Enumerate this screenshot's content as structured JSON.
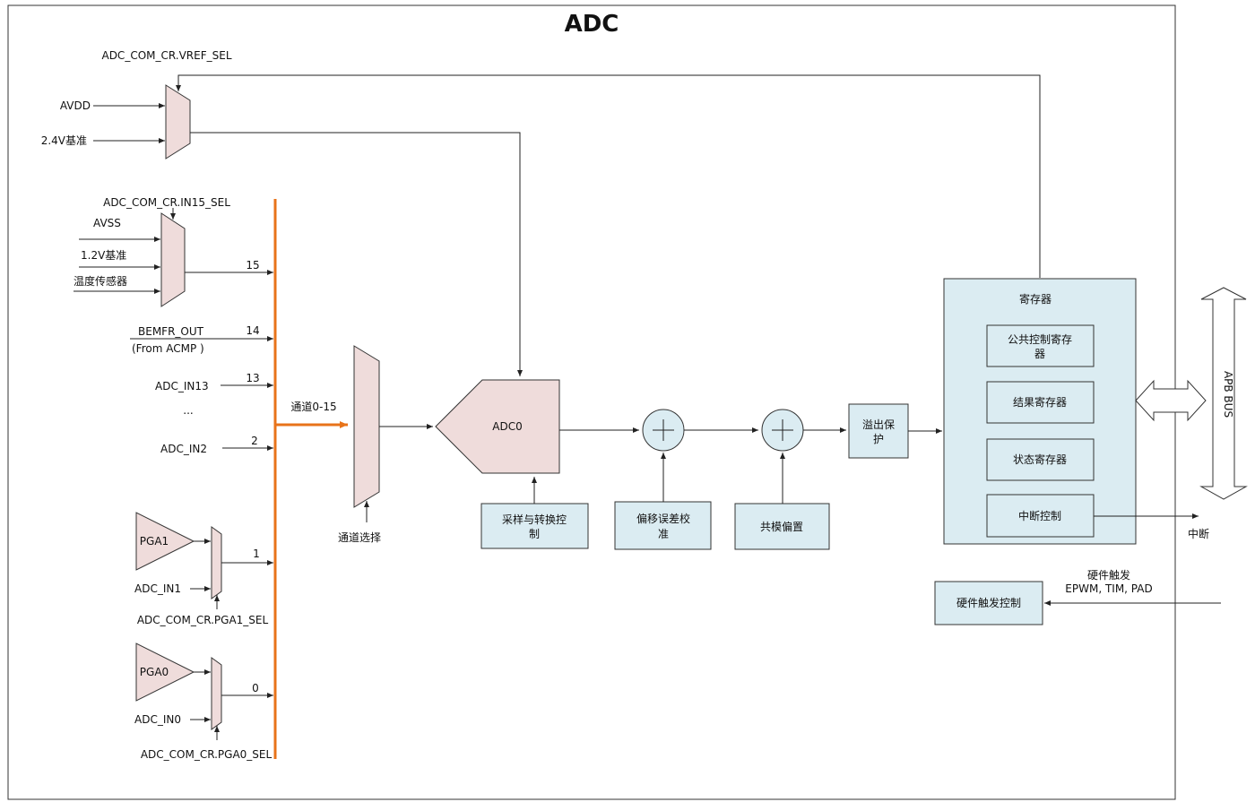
{
  "title": "ADC",
  "vref": {
    "sel_label": "ADC_COM_CR.VREF_SEL",
    "in1": "AVDD",
    "in2": "2.4V基准"
  },
  "in15": {
    "sel_label": "ADC_COM_CR.IN15_SEL",
    "in1": "AVSS",
    "in2": "1.2V基准",
    "in3": "温度传感器",
    "ch": "15"
  },
  "bemf": {
    "label": "BEMFR_OUT",
    "sub": "(From ACMP )",
    "ch": "14"
  },
  "adc_in13": {
    "label": "ADC_IN13",
    "ch": "13"
  },
  "ellipsis": "...",
  "adc_in2": {
    "label": "ADC_IN2",
    "ch": "2"
  },
  "bus_label": "通道0-15",
  "channel_select": "通道选择",
  "pga1": {
    "amp": "PGA1",
    "input": "ADC_IN1",
    "sel_label": "ADC_COM_CR.PGA1_SEL",
    "ch": "1"
  },
  "pga0": {
    "amp": "PGA0",
    "input": "ADC_IN0",
    "sel_label": "ADC_COM_CR.PGA0_SEL",
    "ch": "0"
  },
  "adc0": "ADC0",
  "sampling": [
    "采样与转换控",
    "制"
  ],
  "offset": [
    "偏移误差校",
    "准"
  ],
  "common_mode": "共模偏置",
  "overflow": [
    "溢出保",
    "护"
  ],
  "registers": {
    "title": "寄存器",
    "common_ctrl": [
      "公共控制寄存",
      "器"
    ],
    "result": "结果寄存器",
    "status": "状态寄存器",
    "interrupt": "中断控制"
  },
  "interrupt_out": "中断",
  "apb_bus": "APB BUS",
  "hw_trigger": {
    "block": "硬件触发控制",
    "label1": "硬件触发",
    "label2": "EPWM, TIM, PAD"
  },
  "colors": {
    "bus": "#e8731a",
    "block": "#dbecf2",
    "mux": "#efdcdb"
  }
}
